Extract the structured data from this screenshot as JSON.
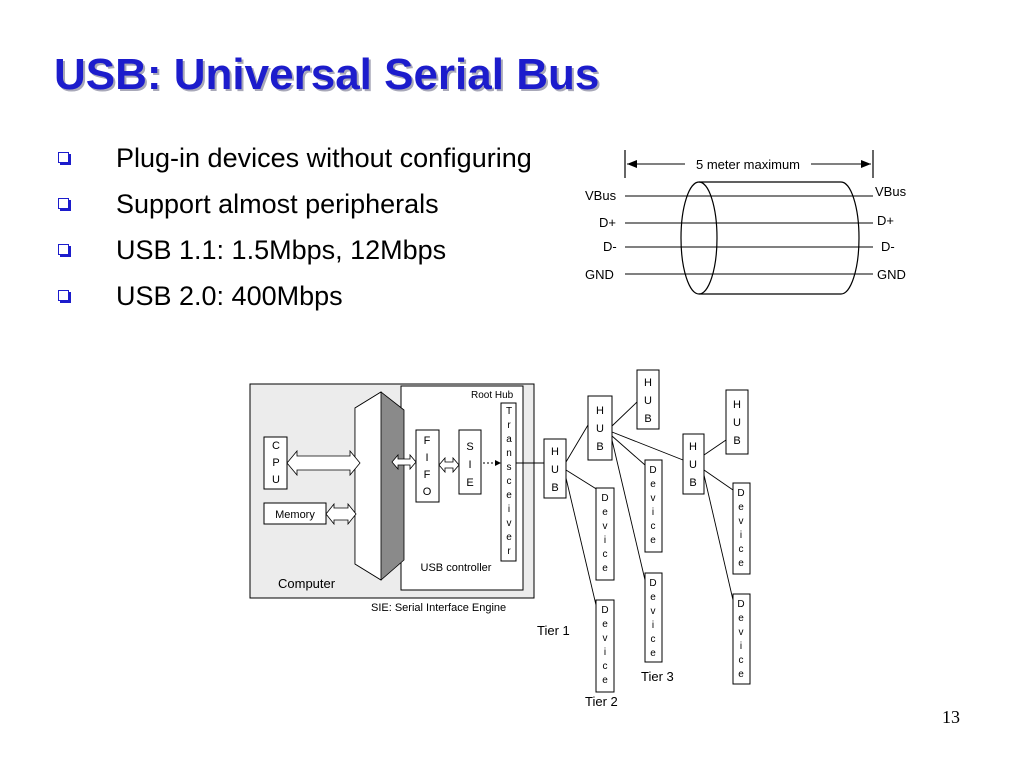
{
  "slide": {
    "title": "USB: Universal Serial Bus",
    "bullets": [
      {
        "text": "Plug-in devices without configuring"
      },
      {
        "text": "Support almost peripherals"
      },
      {
        "text": "USB 1.1: 1.5Mbps, 12Mbps"
      },
      {
        "text": "USB 2.0: 400Mbps"
      }
    ],
    "bullet_color": "#1c1ccc",
    "title_color": "#1c1ccc",
    "page_number": "13"
  },
  "cable_diagram": {
    "length_label": "5 meter maximum",
    "left_labels": [
      "VBus",
      "D+",
      "D-",
      "GND"
    ],
    "right_labels": [
      "VBus",
      "D+",
      "D-",
      "GND"
    ]
  },
  "tree_diagram": {
    "computer_label": "Computer",
    "root_hub_label": "Root Hub",
    "usb_controller_label": "USB controller",
    "cpu_label": "CPU",
    "memory_label": "Memory",
    "fifo_label": "FIFO",
    "sie_label": "SIE",
    "transceiver_label": "Transceiver",
    "sie_note": "SIE: Serial Interface Engine",
    "hub_label": "HUB",
    "device_label": "Device",
    "tiers": [
      "Tier 1",
      "Tier 2",
      "Tier 3"
    ]
  }
}
